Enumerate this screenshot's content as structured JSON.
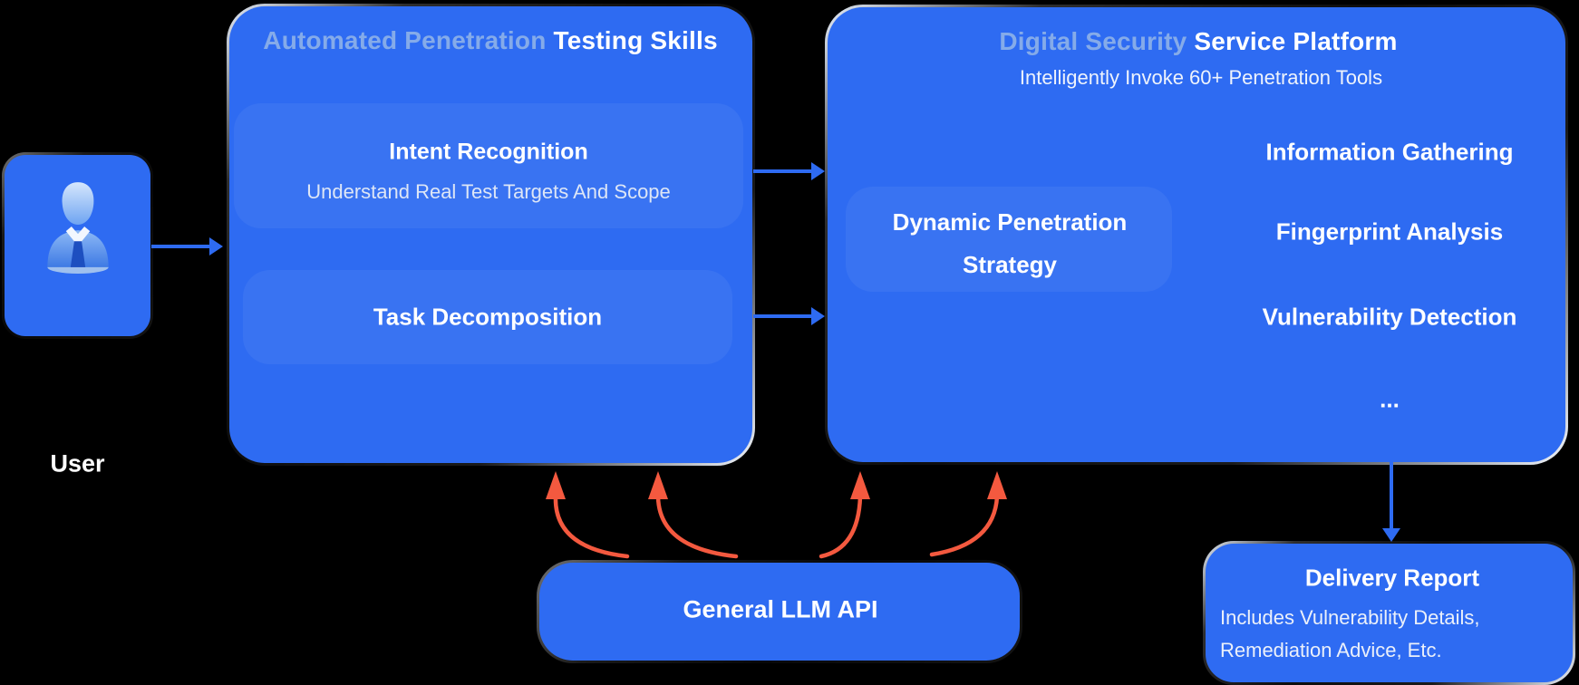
{
  "user_card": {
    "label": "User",
    "icon": "businessman-avatar-icon"
  },
  "skills_card": {
    "title_light": "Automated Penetration ",
    "title_strong": "Testing Skills",
    "intent_title": "Intent Recognition",
    "intent_subtitle": "Understand Real Test Targets And Scope",
    "task_title": "Task Decomposition"
  },
  "platform_card": {
    "title_light": "Digital Security ",
    "title_strong": "Service Platform",
    "subtitle": "Intelligently Invoke 60+ Penetration Tools",
    "strategy_line1": "Dynamic Penetration",
    "strategy_line2": "Strategy",
    "capabilities": [
      "Information Gathering",
      "Fingerprint Analysis",
      "Vulnerability Detection",
      "..."
    ]
  },
  "llm_card": {
    "title": "General LLM API"
  },
  "delivery_card": {
    "title": "Delivery Report",
    "detail1": "Includes Vulnerability Details,",
    "detail2": "Remediation Advice, Etc."
  },
  "colors": {
    "box_blue": "#2e6bf2",
    "title_light_text": "#85abe9",
    "subtitle_text": "#dde6f6",
    "arrow_red": "#f4593f",
    "arrow_blue": "#2e6bf2",
    "background": "#000000"
  }
}
